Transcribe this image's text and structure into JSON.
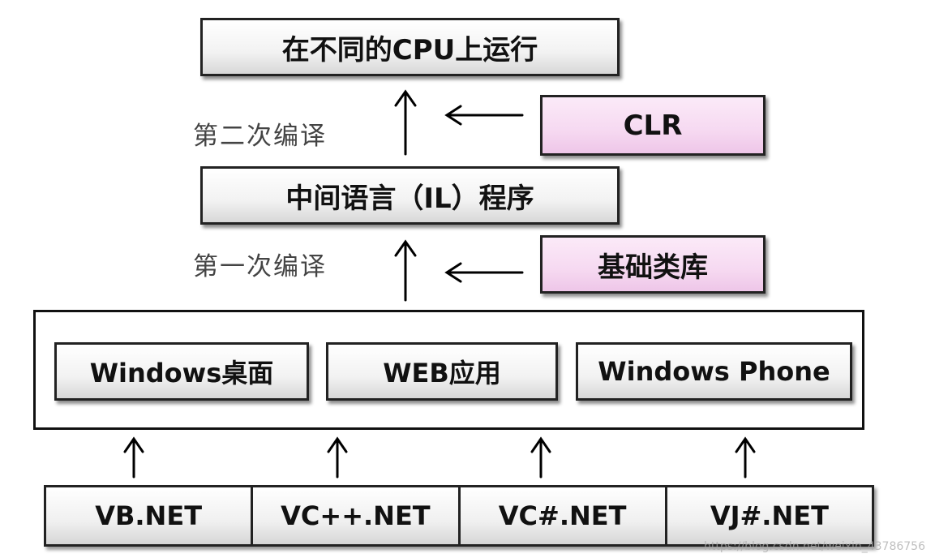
{
  "top_box": "在不同的CPU上运行",
  "il_box": "中间语言（IL）程序",
  "clr_box": "CLR",
  "base_class_box": "基础类库",
  "label_second_compile": "第二次编译",
  "label_first_compile": "第一次编译",
  "platforms": [
    "Windows桌面",
    "WEB应用",
    "Windows Phone"
  ],
  "languages": [
    "VB.NET",
    "VC++.NET",
    "VC#.NET",
    "VJ#.NET"
  ],
  "watermark": "https://blog.csdn.net/weixin_43786756",
  "colors": {
    "pink_box": "#f6d9f1",
    "border": "#222222",
    "label_text": "#444444"
  }
}
